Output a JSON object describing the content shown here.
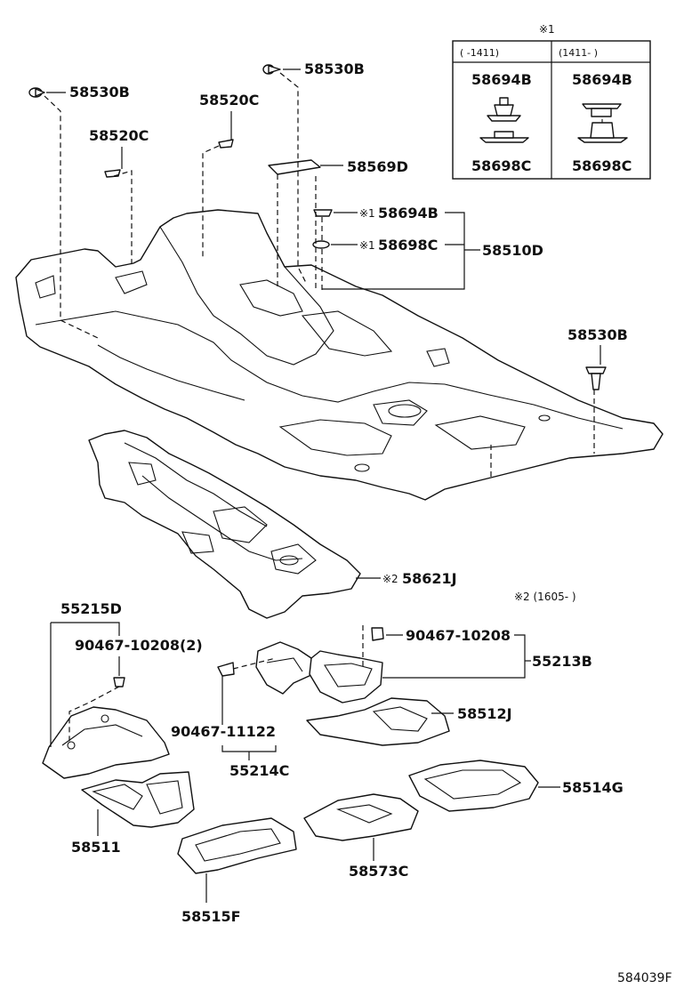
{
  "labels": {
    "p58530B_a": "58530B",
    "p58530B_b": "58530B",
    "p58530B_c": "58530B",
    "p58520C_a": "58520C",
    "p58520C_b": "58520C",
    "p58569D": "58569D",
    "p58694B": "58694B",
    "p58698C": "58698C",
    "p58510D": "58510D",
    "p58621J": "58621J",
    "p55215D": "55215D",
    "bolt_2": "90467-10208(2)",
    "bolt_1": "90467-10208",
    "p55213B": "55213B",
    "p58512J": "58512J",
    "bolt_3": "90467-11122",
    "p55214C": "55214C",
    "p58514G": "58514G",
    "p58511": "58511",
    "p58573C": "58573C",
    "p58515F": "58515F"
  },
  "notes": {
    "mark1_main": "※1",
    "mark1_a": "※1",
    "mark1_b": "※1",
    "mark2_a": "※2",
    "mark2_note": "※2 (1605-        )"
  },
  "legend": {
    "title": "※1",
    "col1_header": "(      -1411)",
    "col2_header": "(1411-      )",
    "col1_top": "58694B",
    "col1_bottom": "58698C",
    "col2_top": "58694B",
    "col2_bottom": "58698C"
  },
  "diagram_code": "584039F"
}
